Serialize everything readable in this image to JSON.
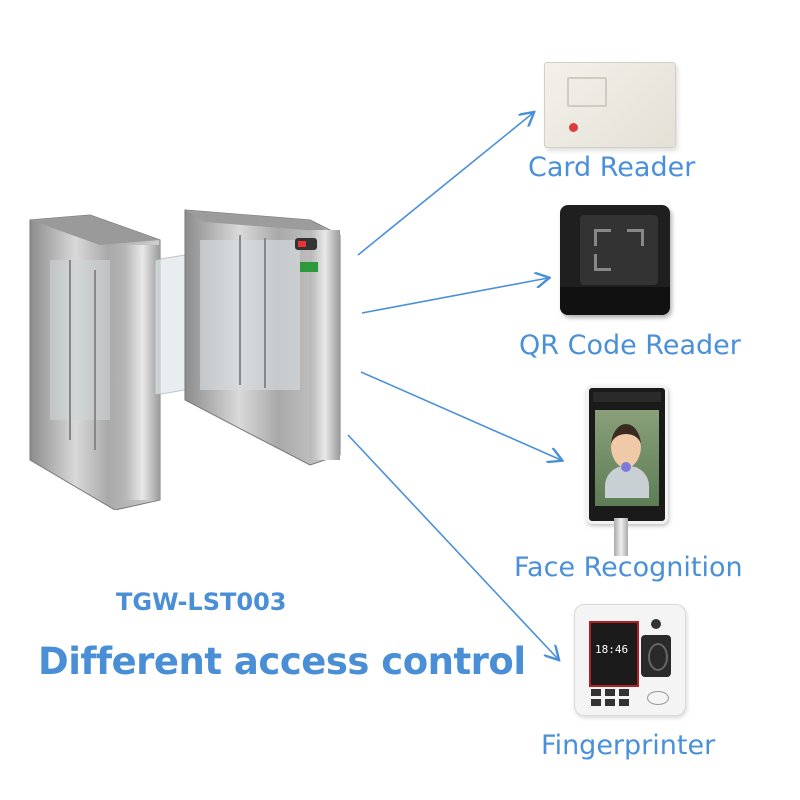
{
  "model": "TGW-LST003",
  "headline": "Different access control",
  "devices": [
    {
      "label": "Card Reader"
    },
    {
      "label": "QR Code Reader"
    },
    {
      "label": "Face Recognition"
    },
    {
      "label": "Fingerprinter"
    }
  ],
  "fingerprint_screen_time": "18:46",
  "colors": {
    "accent": "#4a90d9"
  }
}
